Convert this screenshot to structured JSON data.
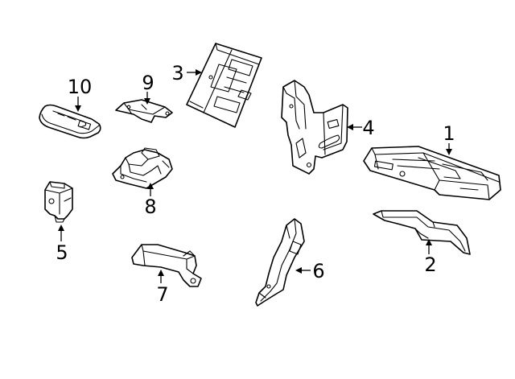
{
  "diagram": {
    "background_color": "#ffffff",
    "line_color": "#000000",
    "callouts": {
      "c1": "1",
      "c2": "2",
      "c3": "3",
      "c4": "4",
      "c5": "5",
      "c6": "6",
      "c7": "7",
      "c8": "8",
      "c9": "9",
      "c10": "10"
    }
  }
}
